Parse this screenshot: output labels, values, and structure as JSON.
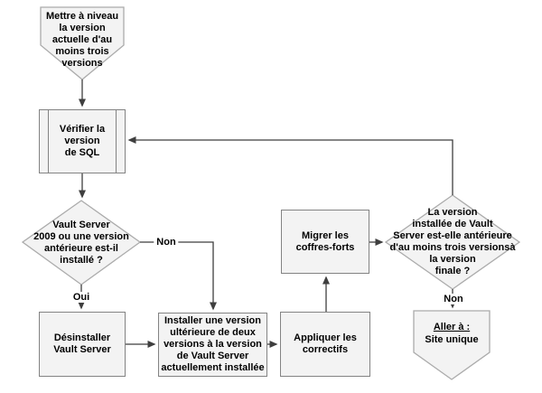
{
  "diagram": {
    "type": "flowchart",
    "language": "fr",
    "nodes": {
      "start": "Mettre à niveau\nla version\nactuelle d'au\nmoins trois\nversions",
      "check_sql": "Vérifier la\nversion\nde SQL",
      "decision_2009": "Vault Server\n2009 ou une version\nantérieure est-il\ninstallé ?",
      "uninstall": "Désinstaller\nVault Server",
      "install_later": "Installer une version\nultérieure de deux\nversions à la version\nde Vault Server\nactuellement installée",
      "apply_patches": "Appliquer les\ncorrectifs",
      "migrate_vaults": "Migrer les\ncoffres-forts",
      "decision_final": "La version\ninstallée de Vault\nServer est-elle antérieure\nd'au moins trois versionsà\nla version\nfinale ?",
      "goto_label": "Aller à :",
      "goto_target": "Site unique"
    },
    "edge_labels": {
      "oui": "Oui",
      "non_decision_2009": "Non",
      "non_decision_final": "Non"
    },
    "colors": {
      "shape_fill": "#f3f3f3",
      "rect_border": "#838383",
      "outline_border": "#ababab",
      "connector": "#3f3f3f",
      "text": "#000000",
      "background": "#ffffff"
    }
  }
}
